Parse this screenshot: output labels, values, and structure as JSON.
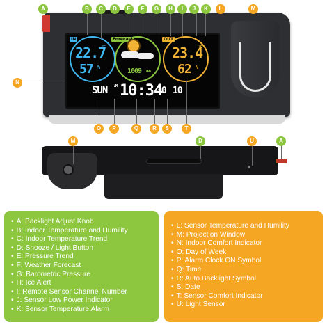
{
  "screen": {
    "in_tag": "IN",
    "forecast_tag": "Forecast",
    "out_tag": "OUT",
    "indoor_temp": "22.7",
    "indoor_temp_unit": "°C",
    "indoor_humidity": "57",
    "indoor_humidity_unit": "%",
    "pressure": "1009",
    "pressure_unit": "hPa",
    "outdoor_temp": "23.4",
    "outdoor_temp_unit": "°C",
    "outdoor_humidity": "62",
    "outdoor_humidity_unit": "%",
    "day_of_week": "SUN",
    "time": "10:34",
    "seconds": "30",
    "date": "10",
    "am_label": "AM"
  },
  "colors": {
    "indoor": "#3fb6f0",
    "forecast": "#8cc63f",
    "outdoor": "#f2b233",
    "green_badge": "#8cc63f",
    "orange_badge": "#f5a623"
  },
  "callouts": {
    "a": "A",
    "b": "B",
    "c": "C",
    "d": "D",
    "e": "E",
    "f": "F",
    "g": "G",
    "h": "H",
    "i": "I",
    "j": "J",
    "k": "K",
    "l": "L",
    "m": "M",
    "n": "N",
    "o": "O",
    "p": "P",
    "q": "Q",
    "r": "R",
    "s": "S",
    "t": "T",
    "u": "U"
  },
  "legend_left": [
    "A: Backlight Adjust Knob",
    "B: Indoor Temperature and Humility",
    "C: Indoor Temperature Trend",
    "D: Snooze / Light Button",
    "E: Pressure Trend",
    "F: Weather Forecast",
    "G: Barometric Pressure",
    "H: Ice Alert",
    "I: Remote Sensor Channel Number",
    "J: Sensor Low Power Indicator",
    "K: Sensor Temperature Alarm"
  ],
  "legend_right": [
    "L: Sensor Temperature and Humility",
    "M: Projection Window",
    "N: Indoor Comfort Indicator",
    "O: Day of Week",
    "P: Alarm Clock ON Symbol",
    "Q: Time",
    "R: Auto Backlight Symbol",
    "S: Date",
    "T: Sensor Comfort Indicator",
    "U: Light Sensor"
  ]
}
